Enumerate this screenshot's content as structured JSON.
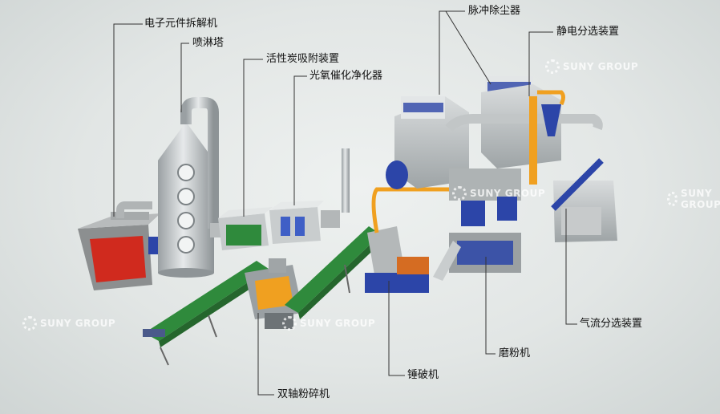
{
  "labels": {
    "component_dismantler": "电子元件拆解机",
    "spray_tower": "喷淋塔",
    "activated_carbon": "活性炭吸附装置",
    "photo_oxygen": "光氧催化净化器",
    "pulse_dust": "脉冲除尘器",
    "electrostatic": "静电分选装置",
    "airflow_separator": "气流分选装置",
    "grinder": "磨粉机",
    "hammer_crusher": "锤破机",
    "twin_shaft": "双轴粉碎机"
  },
  "watermark": "SUNY GROUP",
  "colors": {
    "accent_blue": "#2c45a8",
    "accent_orange": "#f0a020",
    "accent_green": "#2f8a3c",
    "accent_red": "#d02a1e"
  }
}
